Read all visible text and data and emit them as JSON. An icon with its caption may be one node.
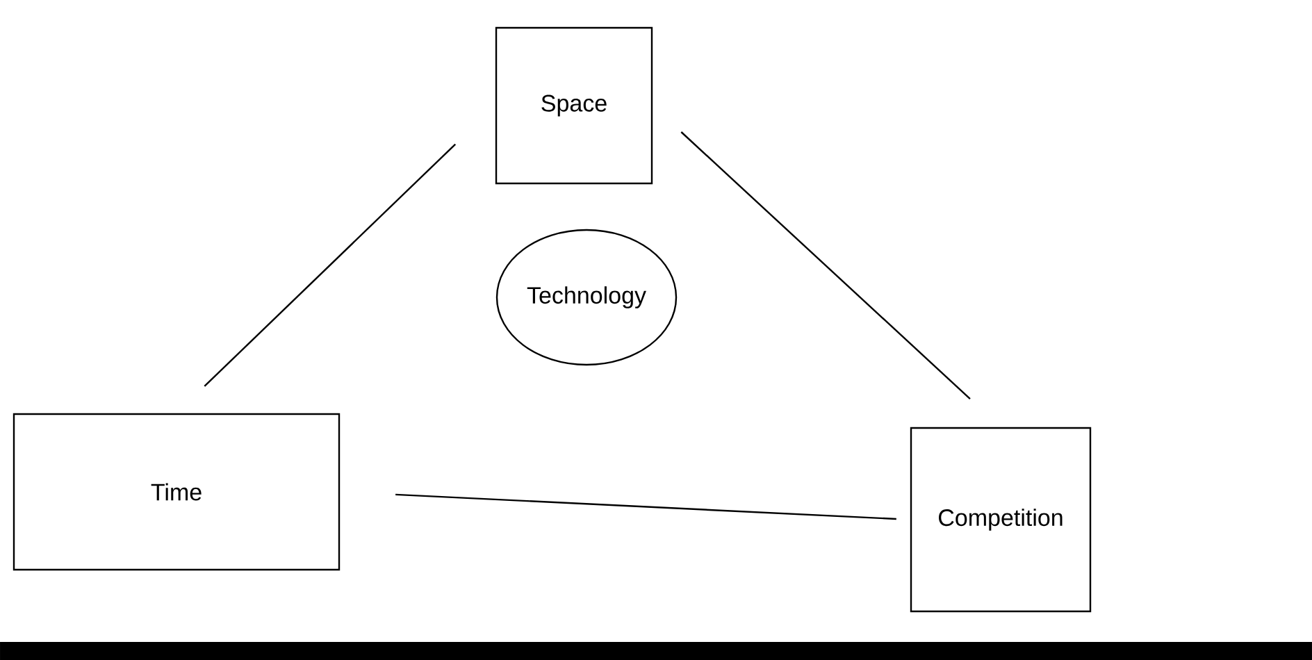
{
  "diagram": {
    "nodes": [
      {
        "text": [
          "Space"
        ]
      },
      {
        "text": [
          "Technology"
        ]
      },
      {
        "text": [
          "Time"
        ]
      },
      {
        "text": [
          "Competition"
        ]
      }
    ],
    "edges": [
      {
        "from": 0,
        "to": 2,
        "arrow": "none"
      },
      {
        "from": 0,
        "to": 3,
        "arrow": "none"
      },
      {
        "from": 2,
        "to": 3,
        "arrow": "none"
      }
    ]
  }
}
